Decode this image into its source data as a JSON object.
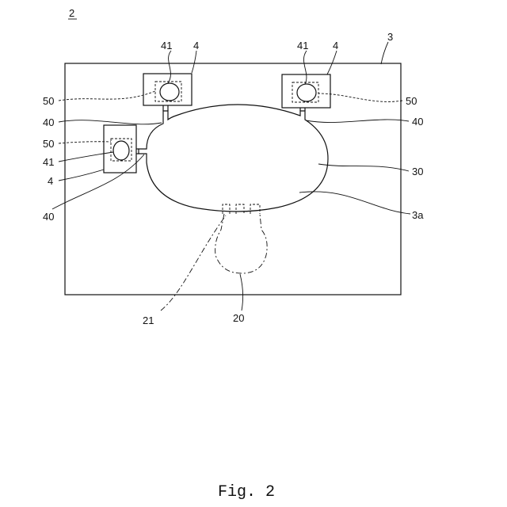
{
  "figure": {
    "assembly_label": "2",
    "caption": "Fig. 2",
    "labels": {
      "substrate": "3",
      "pad_top_left": "4",
      "pad_top_right": "4",
      "pad_left": "4",
      "bump_top_left": "41",
      "bump_top_right": "41",
      "bump_left": "41",
      "lead_top_left": "40",
      "lead_top_right": "40",
      "lead_left": "40",
      "zone_top_left": "50",
      "zone_top_right": "50",
      "zone_left": "50",
      "cavity": "30",
      "cavity_edge": "3a",
      "component": "20",
      "component_pins": "21"
    }
  }
}
